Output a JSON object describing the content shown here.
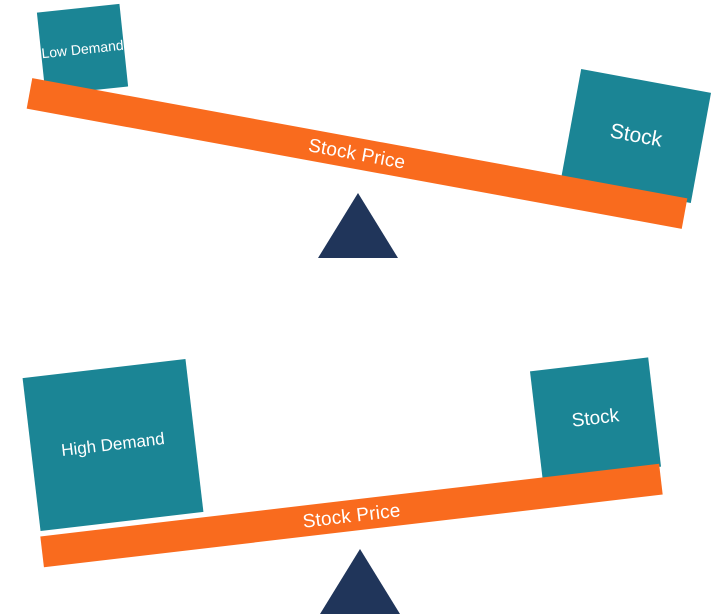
{
  "diagram": {
    "type": "balance-scale-comparison",
    "colors": {
      "teal": "#1B8595",
      "orange": "#F96B1E",
      "navy": "#20355A",
      "background": "#FFFFFF",
      "label_text": "#FFFFFF"
    },
    "scales": [
      {
        "id": "low-demand-scale",
        "beam_label": "Stock Price",
        "beam_tilt_degrees": 10.4,
        "left_weight": "Low Demand",
        "right_weight": "Stock",
        "heavier_side": "right"
      },
      {
        "id": "high-demand-scale",
        "beam_label": "Stock Price",
        "beam_tilt_degrees": -6.7,
        "left_weight": "High Demand",
        "right_weight": "Stock",
        "heavier_side": "left"
      }
    ]
  }
}
